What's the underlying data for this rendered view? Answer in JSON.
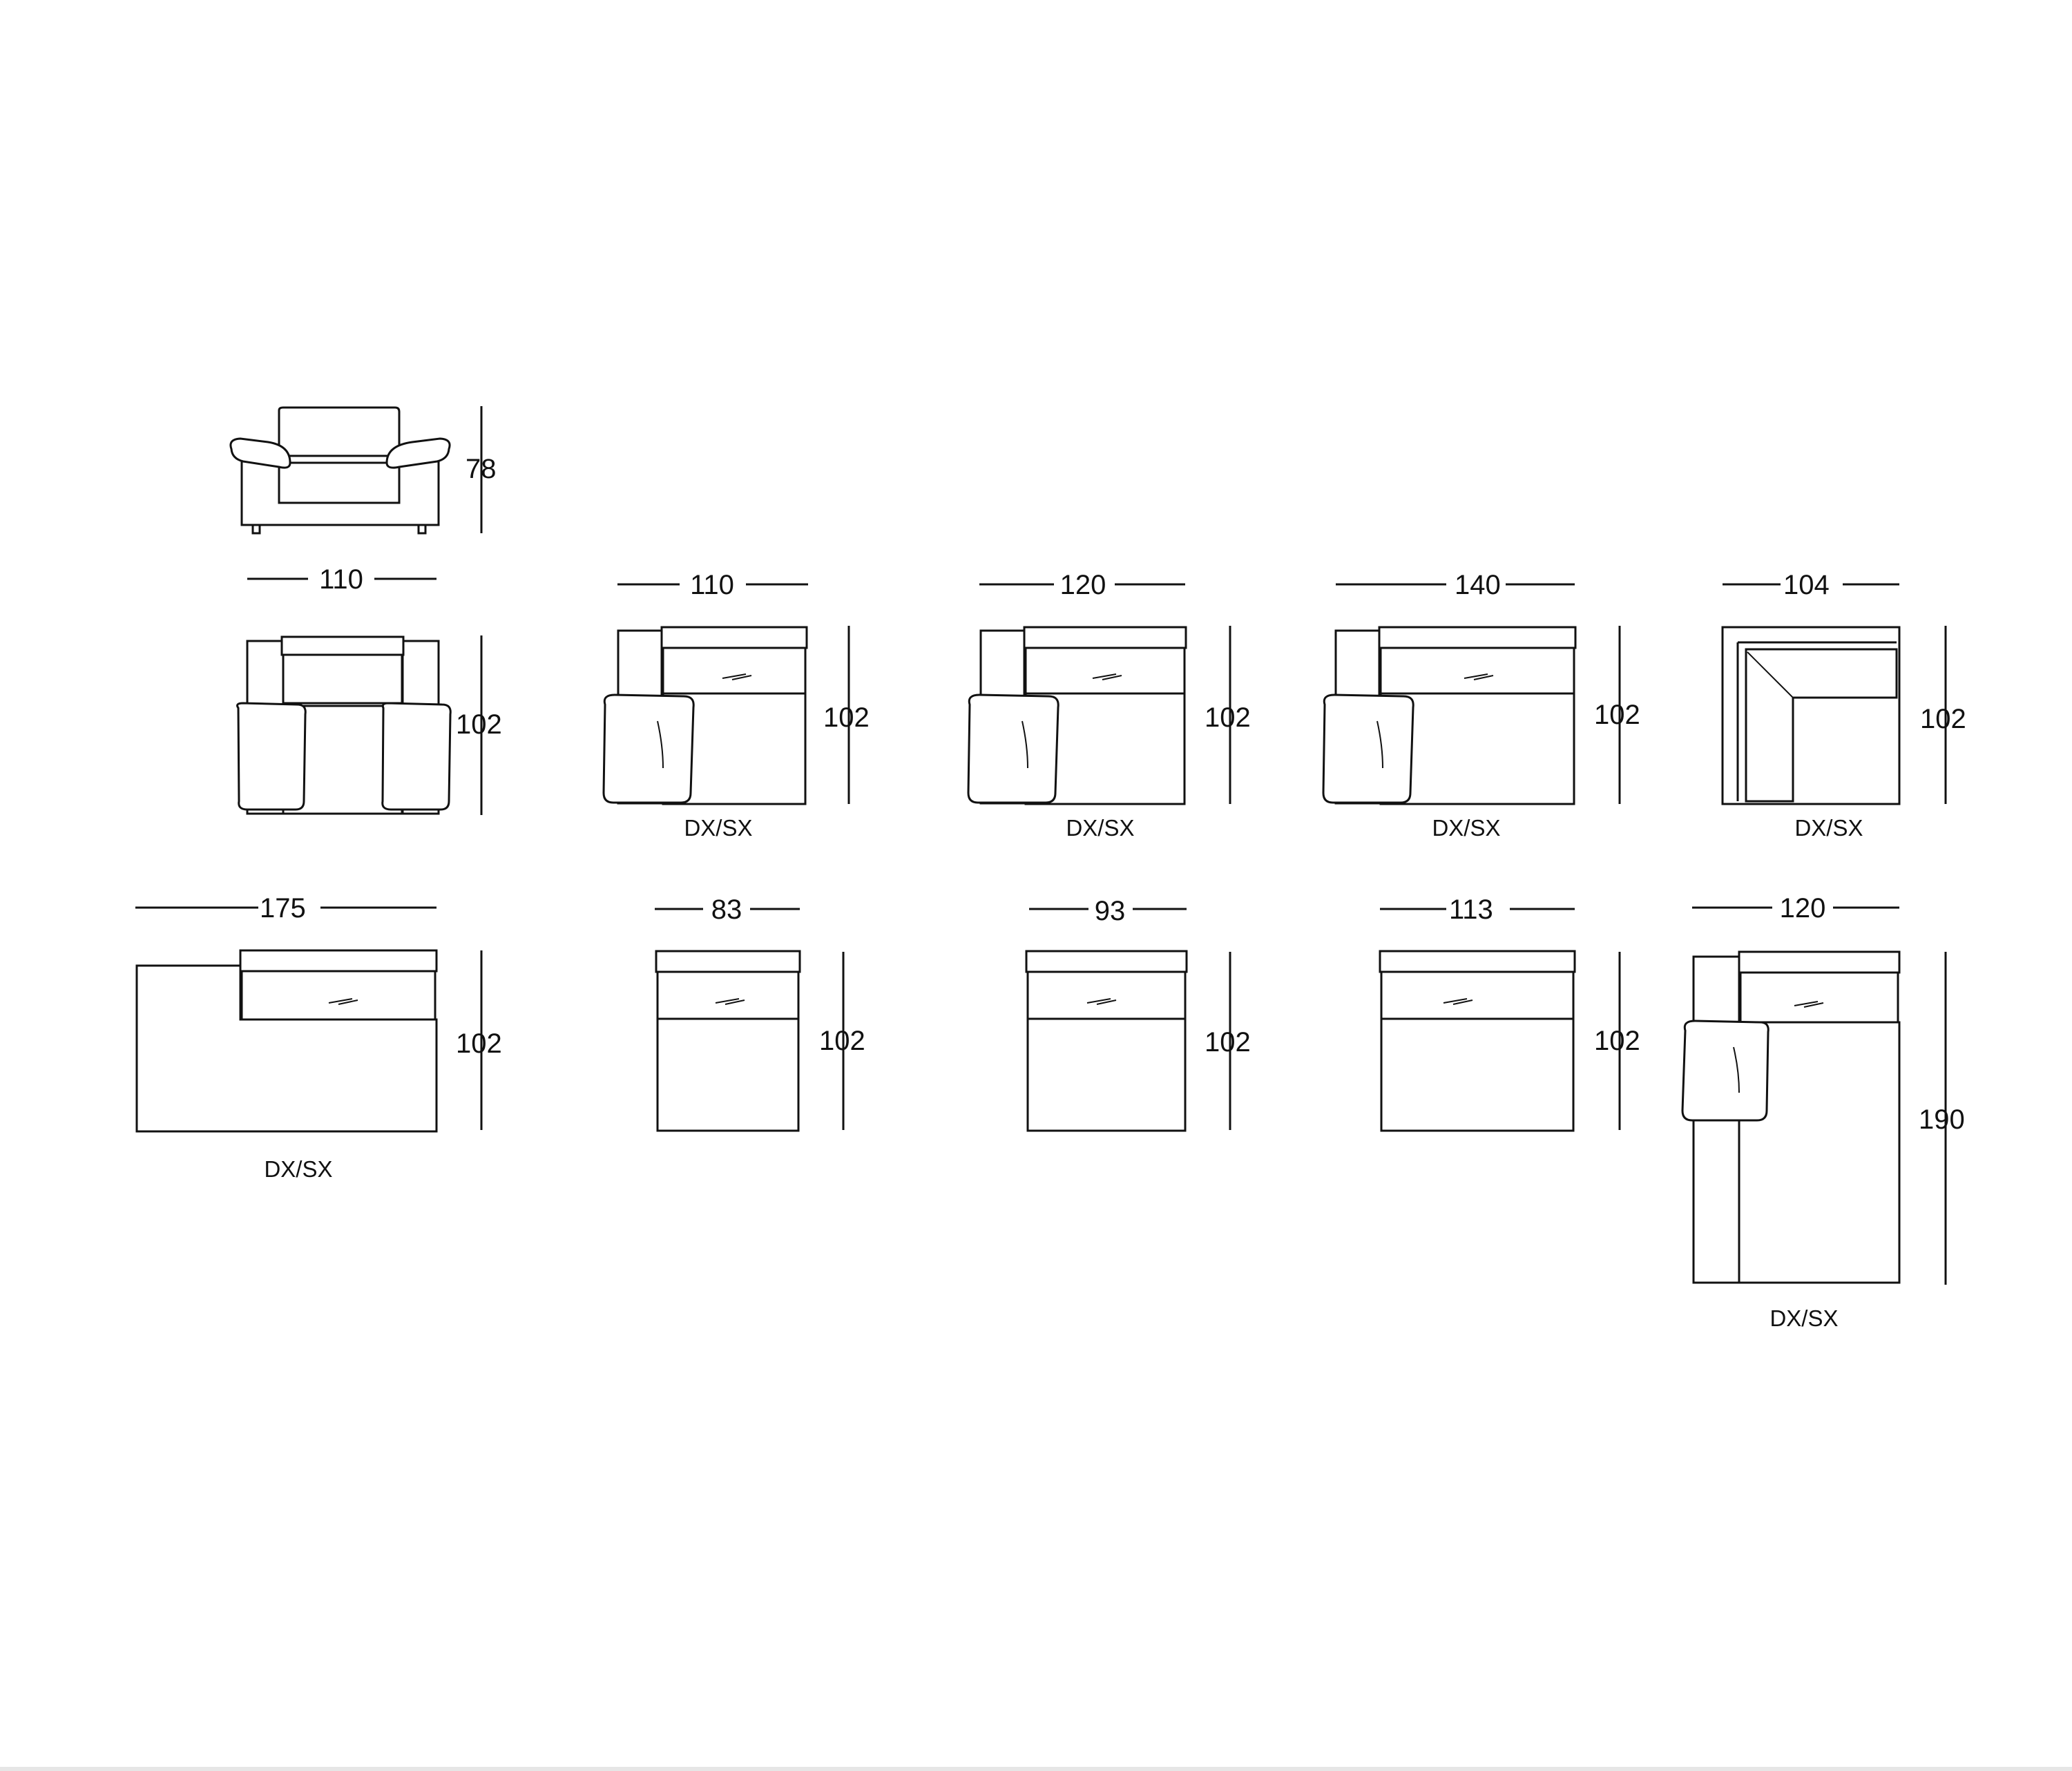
{
  "variant_label": "DX/SX",
  "modules": [
    {
      "id": "armchair-front",
      "dims": {
        "height": "78"
      }
    },
    {
      "id": "armchair",
      "dims": {
        "width": "110",
        "depth": "102"
      }
    },
    {
      "id": "arm-seat-110",
      "dims": {
        "width": "110",
        "depth": "102"
      },
      "variant": "DX/SX"
    },
    {
      "id": "arm-seat-120",
      "dims": {
        "width": "120",
        "depth": "102"
      },
      "variant": "DX/SX"
    },
    {
      "id": "arm-seat-140",
      "dims": {
        "width": "140",
        "depth": "102"
      },
      "variant": "DX/SX"
    },
    {
      "id": "corner-104",
      "dims": {
        "width": "104",
        "depth": "102"
      },
      "variant": "DX/SX"
    },
    {
      "id": "chaise-175",
      "dims": {
        "width": "175",
        "depth": "102"
      },
      "variant": "DX/SX"
    },
    {
      "id": "seat-83",
      "dims": {
        "width": "83",
        "depth": "102"
      }
    },
    {
      "id": "seat-93",
      "dims": {
        "width": "93",
        "depth": "102"
      }
    },
    {
      "id": "seat-113",
      "dims": {
        "width": "113",
        "depth": "102"
      }
    },
    {
      "id": "chaise-longue-120",
      "dims": {
        "width": "120",
        "depth": "190"
      },
      "variant": "DX/SX"
    }
  ]
}
